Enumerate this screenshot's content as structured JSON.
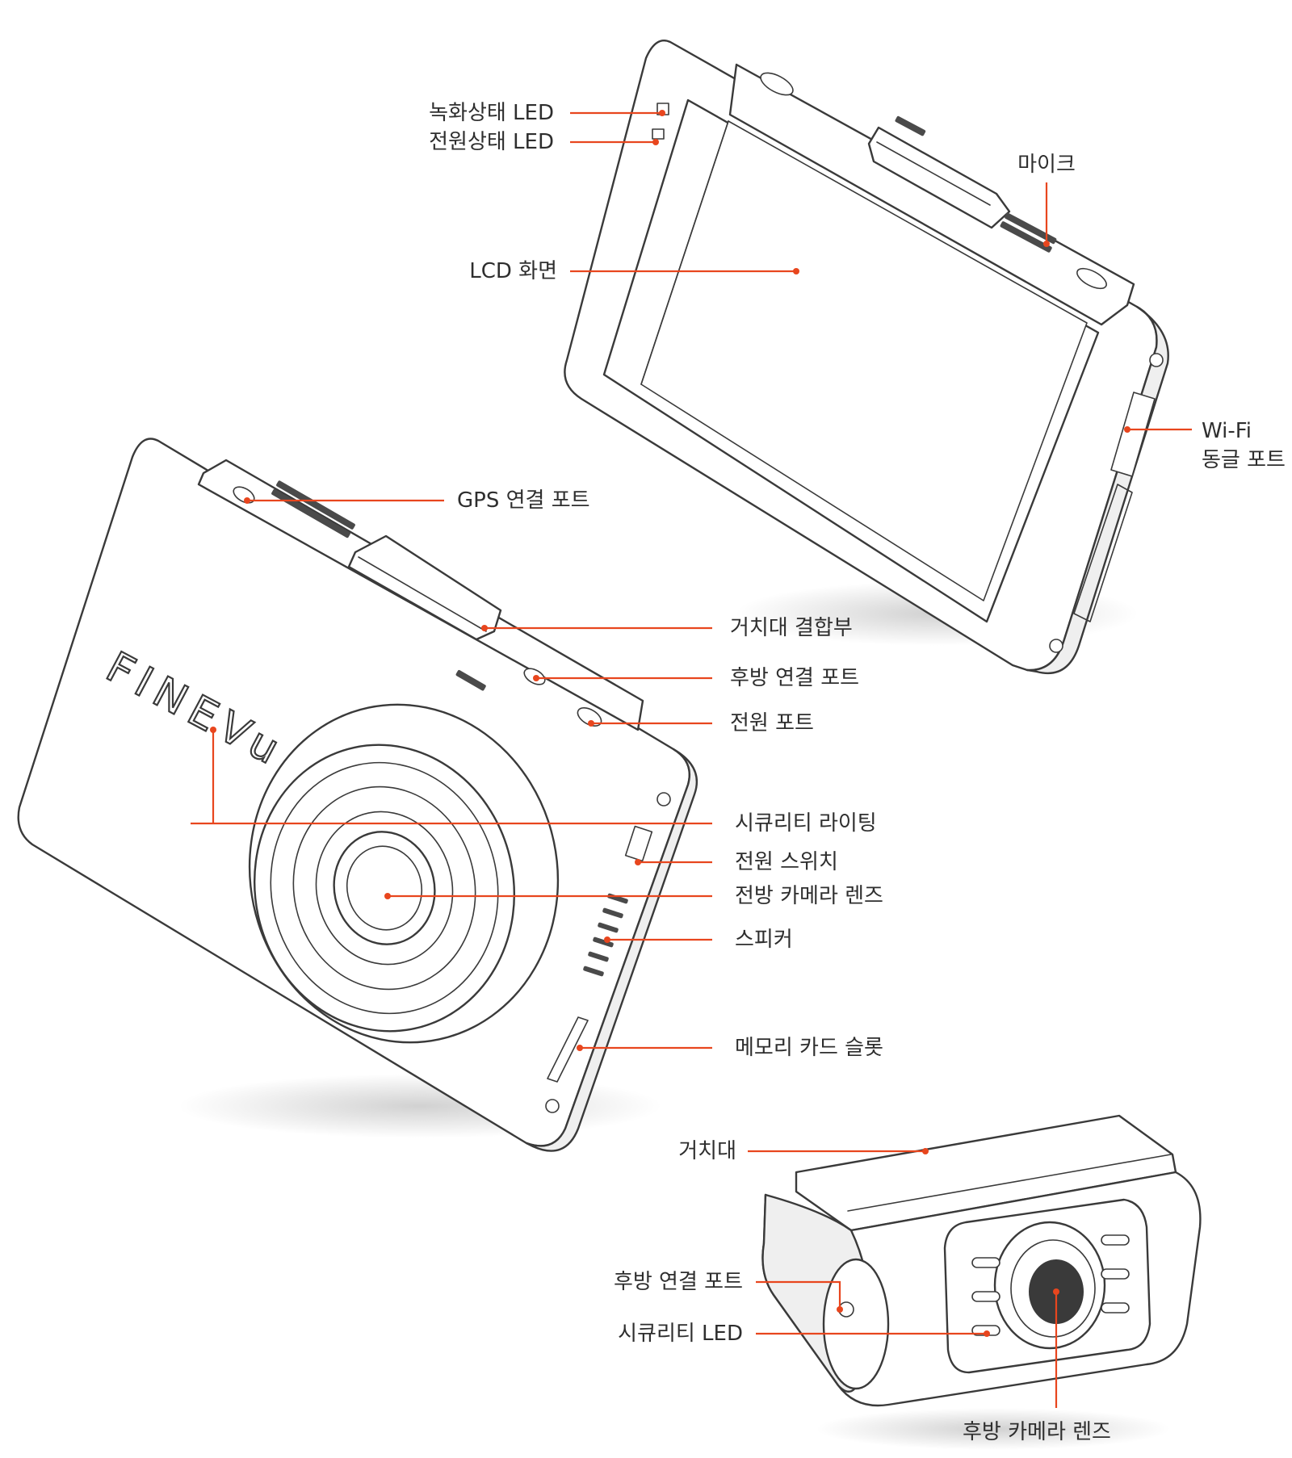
{
  "colors": {
    "accent": "#e8461e",
    "line": "#3a3a3a",
    "text": "#2e2e2e"
  },
  "logo": "FINEVu",
  "labels": {
    "rec_led": "녹화상태 LED",
    "power_led": "전원상태 LED",
    "mic": "마이크",
    "lcd": "LCD 화면",
    "wifi_line1": "Wi-Fi",
    "wifi_line2": "동글 포트",
    "gps": "GPS 연결 포트",
    "mount_joint": "거치대 결합부",
    "rear_port": "후방 연결 포트",
    "power_port": "전원 포트",
    "security_light": "시큐리티 라이팅",
    "power_switch": "전원 스위치",
    "front_lens": "전방 카메라 렌즈",
    "speaker": "스피커",
    "sd_slot": "메모리 카드 슬롯",
    "mount": "거치대",
    "rear_cam_port": "후방 연결 포트",
    "security_led": "시큐리티 LED",
    "rear_lens": "후방 카메라 렌즈"
  }
}
